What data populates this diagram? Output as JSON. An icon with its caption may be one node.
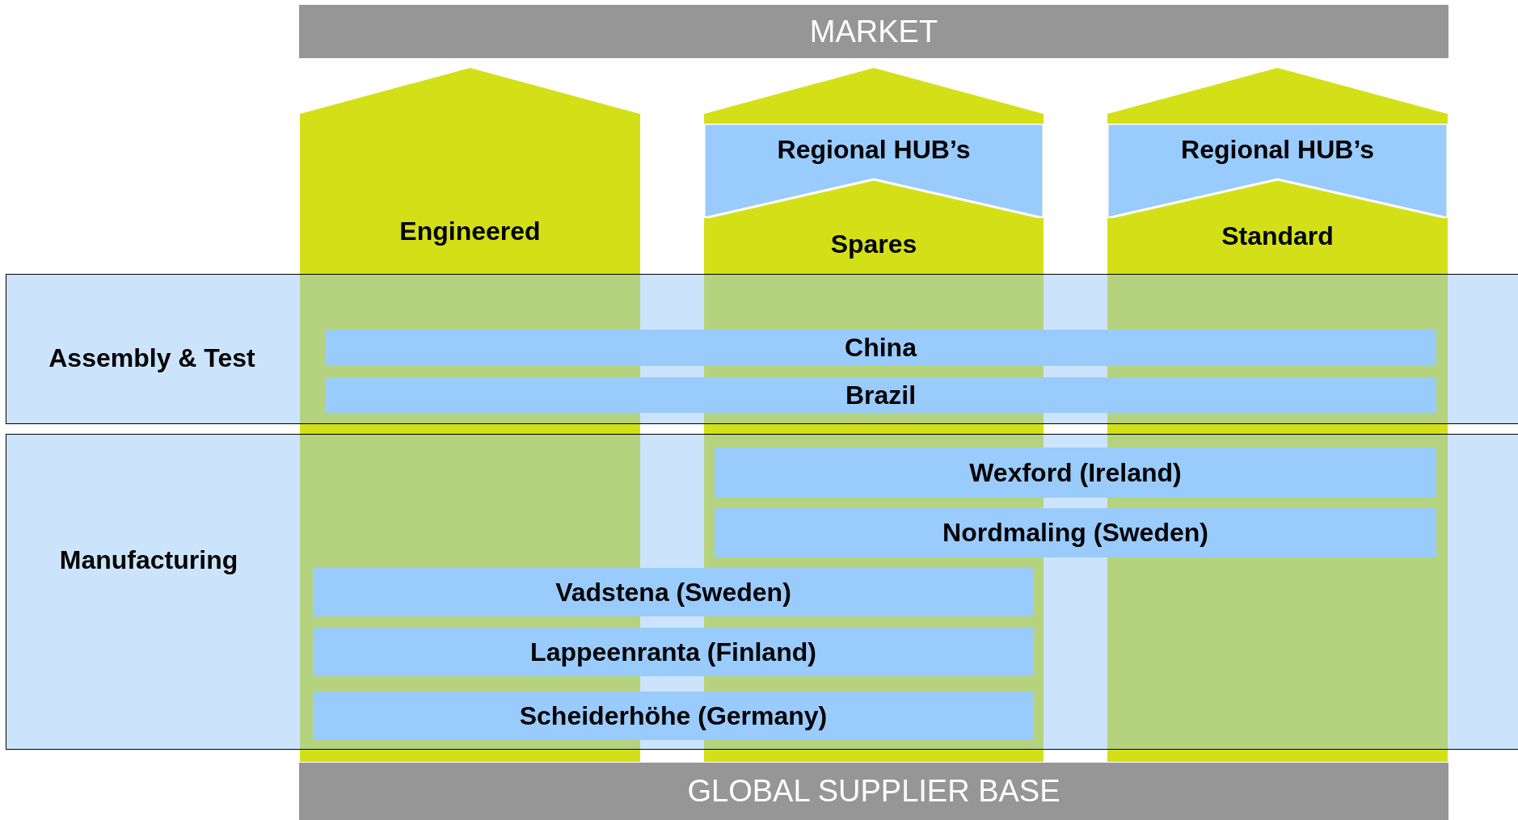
{
  "diagram": {
    "nodes": [
      {
        "text": [
          "MARKET"
        ]
      },
      {
        "text": [
          "Engineered"
        ]
      },
      {
        "text": [
          "Spares"
        ]
      },
      {
        "text": [
          "Regional HUB’s"
        ],
        "in": 2
      },
      {
        "text": [
          "Standard"
        ]
      },
      {
        "text": [
          "Regional HUB’s"
        ],
        "in": 4
      },
      {
        "text": [
          "Assembly & Test"
        ]
      },
      {
        "text": [
          "China"
        ],
        "in": 6
      },
      {
        "text": [
          "Brazil"
        ],
        "in": 6
      },
      {
        "text": [
          "Manufacturing"
        ]
      },
      {
        "text": [
          "Wexford (Ireland)"
        ],
        "in": 9
      },
      {
        "text": [
          "Nordmaling (Sweden)"
        ],
        "in": 9
      },
      {
        "text": [
          "Vadstena (Sweden)"
        ],
        "in": 9
      },
      {
        "text": [
          "Lappeenranta (Finland)"
        ],
        "in": 9
      },
      {
        "text": [
          "Scheiderhöhe (Germany)"
        ],
        "in": 9
      },
      {
        "text": [
          "GLOBAL SUPPLIER BASE"
        ]
      }
    ]
  }
}
